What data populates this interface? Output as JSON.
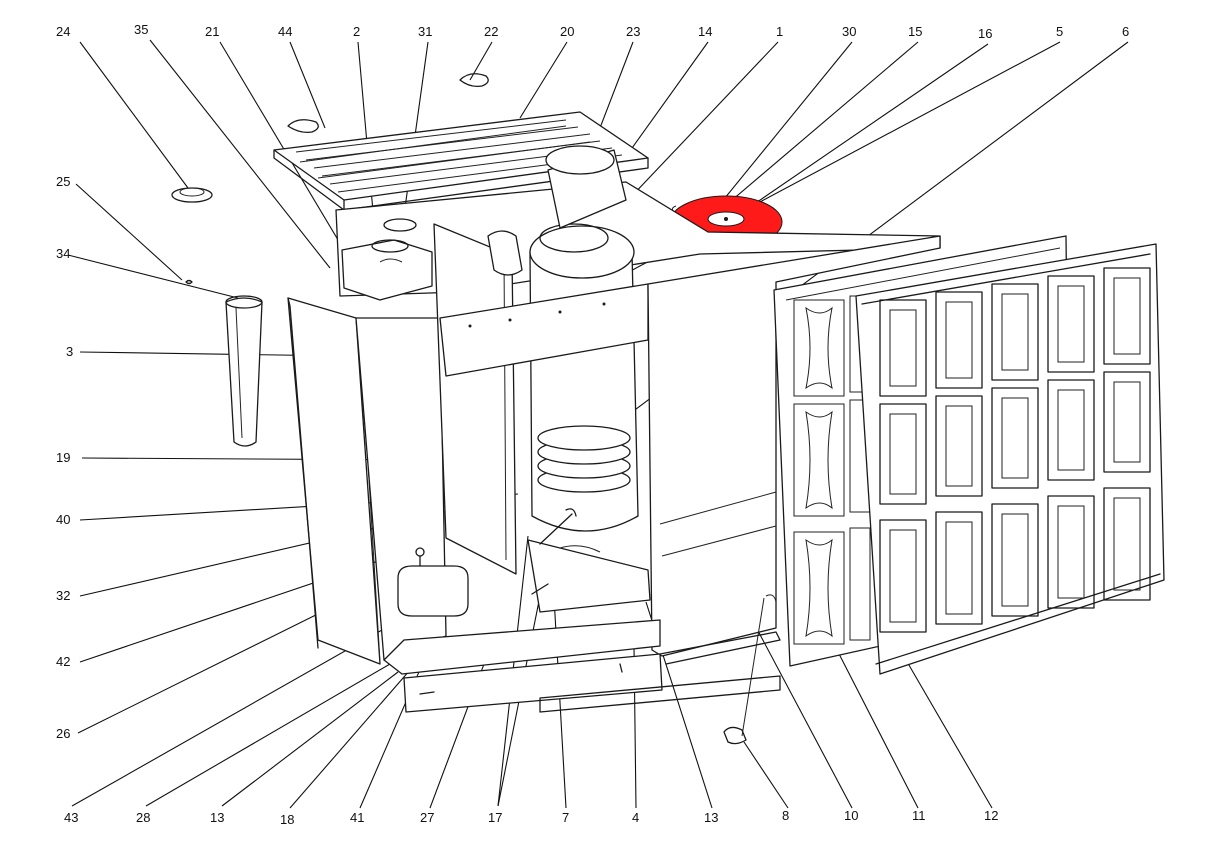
{
  "callouts": {
    "top": [
      {
        "id": "c24",
        "label": "24"
      },
      {
        "id": "c35",
        "label": "35"
      },
      {
        "id": "c21",
        "label": "21"
      },
      {
        "id": "c44",
        "label": "44"
      },
      {
        "id": "c2",
        "label": "2"
      },
      {
        "id": "c31",
        "label": "31"
      },
      {
        "id": "c22",
        "label": "22"
      },
      {
        "id": "c20",
        "label": "20"
      },
      {
        "id": "c23",
        "label": "23"
      },
      {
        "id": "c14",
        "label": "14"
      },
      {
        "id": "c1",
        "label": "1"
      },
      {
        "id": "c30",
        "label": "30"
      },
      {
        "id": "c15",
        "label": "15"
      },
      {
        "id": "c16",
        "label": "16"
      },
      {
        "id": "c5",
        "label": "5"
      },
      {
        "id": "c6",
        "label": "6"
      }
    ],
    "left": [
      {
        "id": "c25",
        "label": "25"
      },
      {
        "id": "c34",
        "label": "34"
      },
      {
        "id": "c3",
        "label": "3"
      },
      {
        "id": "c19",
        "label": "19"
      },
      {
        "id": "c40",
        "label": "40"
      },
      {
        "id": "c32",
        "label": "32"
      },
      {
        "id": "c42",
        "label": "42"
      },
      {
        "id": "c26",
        "label": "26"
      }
    ],
    "bottom": [
      {
        "id": "c43",
        "label": "43"
      },
      {
        "id": "c28",
        "label": "28"
      },
      {
        "id": "c13a",
        "label": "13"
      },
      {
        "id": "c18",
        "label": "18"
      },
      {
        "id": "c41",
        "label": "41"
      },
      {
        "id": "c27",
        "label": "27"
      },
      {
        "id": "c17",
        "label": "17"
      },
      {
        "id": "c7",
        "label": "7"
      },
      {
        "id": "c4",
        "label": "4"
      },
      {
        "id": "c13b",
        "label": "13"
      },
      {
        "id": "c8",
        "label": "8"
      },
      {
        "id": "c10",
        "label": "10"
      },
      {
        "id": "c11",
        "label": "11"
      },
      {
        "id": "c12",
        "label": "12"
      }
    ]
  },
  "highlight": {
    "part": "16",
    "color": "#ff1a1a"
  },
  "colors": {
    "line": "#1a1a1a",
    "background": "#ffffff"
  }
}
